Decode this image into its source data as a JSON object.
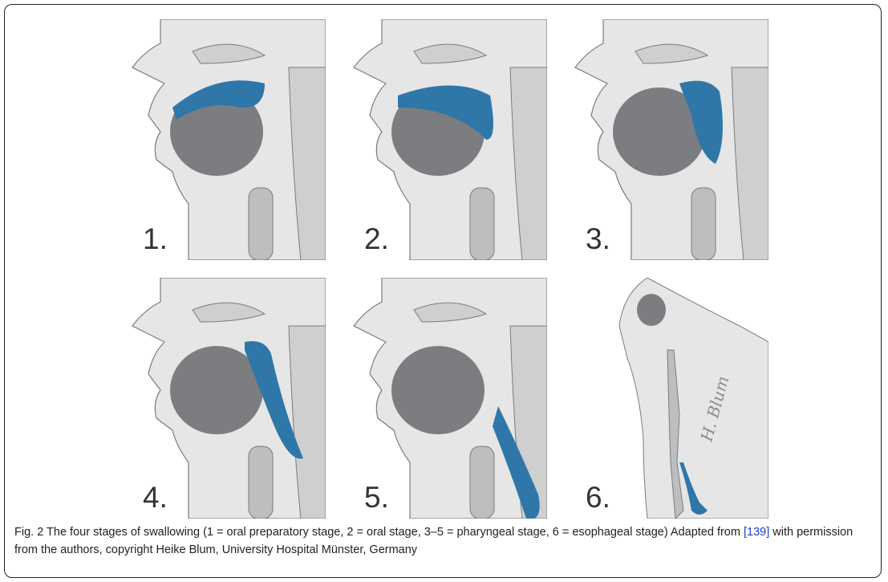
{
  "figure": {
    "panels": [
      {
        "id": "1",
        "label": "1.",
        "stage": "oral preparatory stage"
      },
      {
        "id": "2",
        "label": "2.",
        "stage": "oral stage"
      },
      {
        "id": "3",
        "label": "3.",
        "stage": "pharyngeal stage"
      },
      {
        "id": "4",
        "label": "4.",
        "stage": "pharyngeal stage"
      },
      {
        "id": "5",
        "label": "5.",
        "stage": "pharyngeal stage"
      },
      {
        "id": "6",
        "label": "6.",
        "stage": "esophageal stage"
      }
    ],
    "colors": {
      "bolus": "#2f77a8",
      "tissue": "#d9dadb",
      "tongue": "#7b7d80",
      "outline": "#7a7b7d"
    }
  },
  "caption": {
    "fig_label": "Fig. 2",
    "text_before_ref": "The four stages of swallowing (1 = oral preparatory stage, 2 = oral stage, 3–5 = pharyngeal stage, 6 = esophageal stage) Adapted from",
    "ref_open": "[",
    "ref_number": "139",
    "ref_close": "]",
    "text_after_ref": "with permission from the authors, copyright Heike Blum, University Hospital Münster, Germany"
  }
}
